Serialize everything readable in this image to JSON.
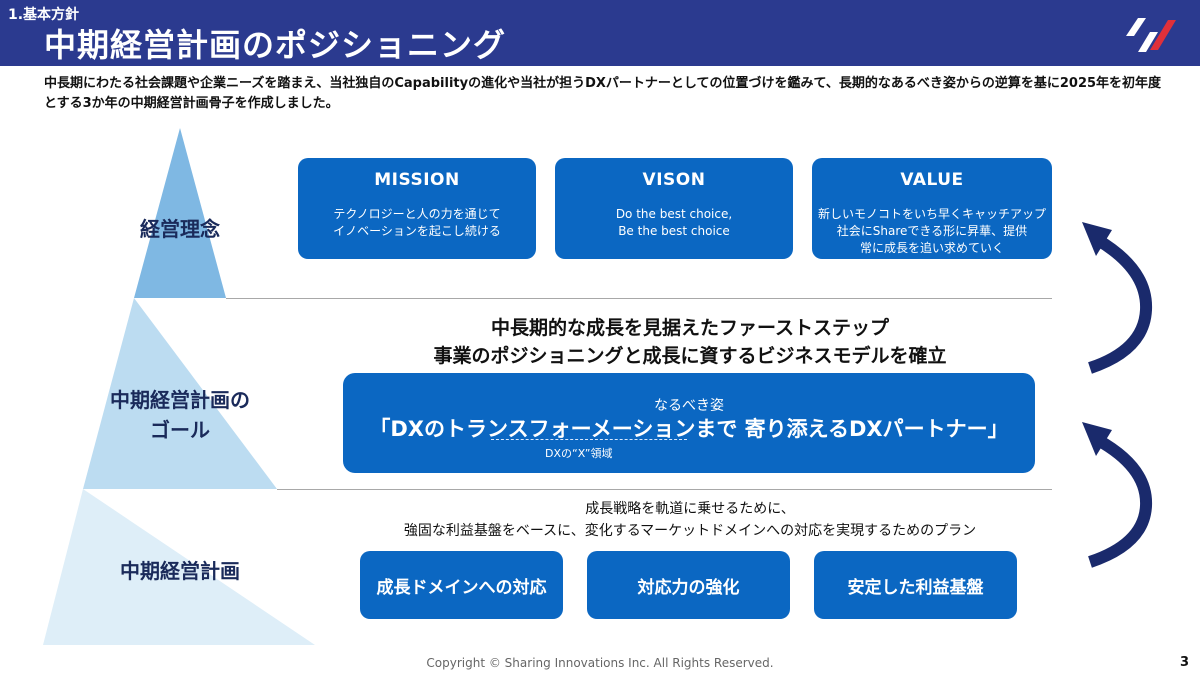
{
  "header": {
    "section_label": "1.基本方針",
    "title": "中期経営計画のポジショニング"
  },
  "intro": "中長期にわたる社会課題や企業ニーズを踏まえ、当社独自のCapabilityの進化や当社が担うDXパートナーとしての位置づけを鑑みて、長期的なあるべき姿からの逆算を基に2025年を初年度とする3か年の中期経営計画骨子を作成しました。",
  "pyramid": {
    "tiers": [
      {
        "label": "経営理念"
      },
      {
        "label": "中期経営計画の\nゴール"
      },
      {
        "label": "中期経営計画"
      }
    ]
  },
  "philosophy_cards": [
    {
      "title": "MISSION",
      "text": "テクノロジーと人の力を通じて\nイノベーションを起こし続ける"
    },
    {
      "title": "VISON",
      "text": "Do the best choice,\nBe the best choice"
    },
    {
      "title": "VALUE",
      "text": "新しいモノコトをいち早くキャッチアップ\n社会にShareできる形に昇華、提供\n常に成長を追い求めていく"
    }
  ],
  "goal": {
    "heading": "中長期的な成長を見据えたファーストステップ\n事業のポジショニングと成長に資するビジネスモデルを確立",
    "subtitle": "なるべき姿",
    "main": "「DXのトランスフォーメーションまで 寄り添えるDXパートナー」",
    "note": "DXの“X”領域"
  },
  "plan": {
    "text": "成長戦略を軌道に乗せるために、\n強固な利益基盤をベースに、変化するマーケットドメインへの対応を実現するためのプラン",
    "buttons": [
      "成長ドメインへの対応",
      "対応力の強化",
      "安定した利益基盤"
    ]
  },
  "colors": {
    "header": "#2b3a8f",
    "card": "#0b67c2",
    "arrow": "#1a2a6c",
    "tier_top": "#7fb8e3",
    "tier_mid": "#bcdcf1",
    "tier_bottom": "#deeef8"
  },
  "footer": {
    "copyright": "Copyright © Sharing Innovations Inc. All Rights Reserved.",
    "page_number": "3"
  }
}
